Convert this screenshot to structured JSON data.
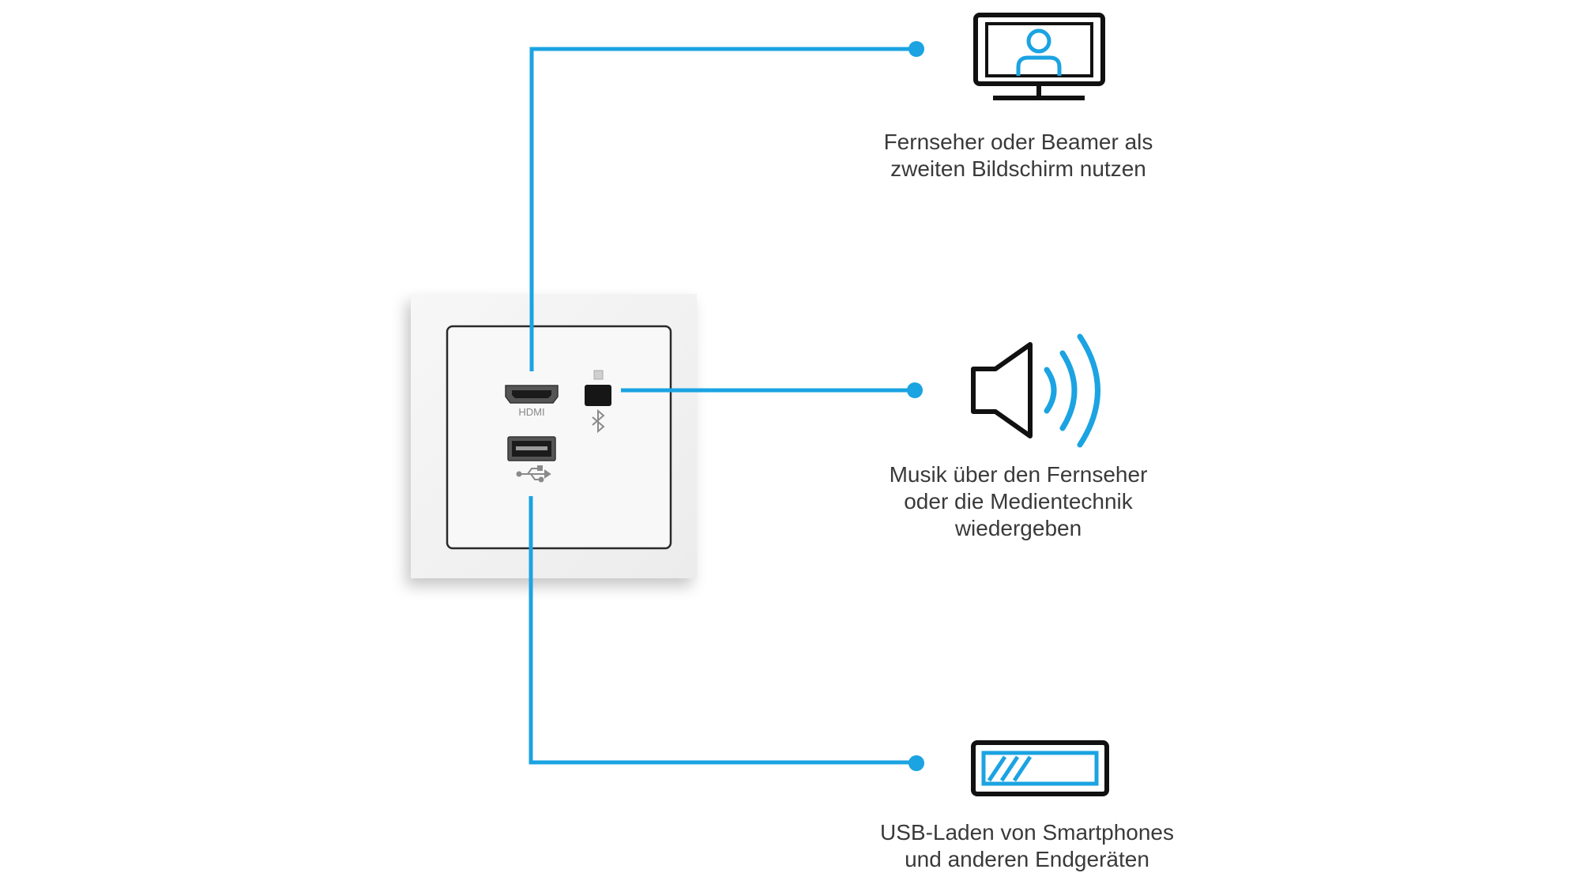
{
  "colors": {
    "accent": "#1ba3e2",
    "icon_dark": "#111111",
    "frame_bg": "#f1f1f1",
    "insert_bg": "#f8f8f8",
    "text": "#3a3a3a"
  },
  "socket": {
    "hdmi_label": "HDMI",
    "usb_symbol": "usb-icon",
    "bluetooth_symbol": "bluetooth-icon"
  },
  "features": [
    {
      "id": "display",
      "icon": "monitor-user-icon",
      "caption_lines": [
        "Fernseher oder Beamer als",
        "zweiten Bildschirm nutzen"
      ]
    },
    {
      "id": "audio",
      "icon": "speaker-icon",
      "caption_lines": [
        "Musik über den Fernseher",
        "oder die Medientechnik",
        "wiedergeben"
      ]
    },
    {
      "id": "usb",
      "icon": "battery-charging-icon",
      "caption_lines": [
        "USB-Laden von Smartphones",
        "und anderen Endgeräten"
      ]
    }
  ]
}
